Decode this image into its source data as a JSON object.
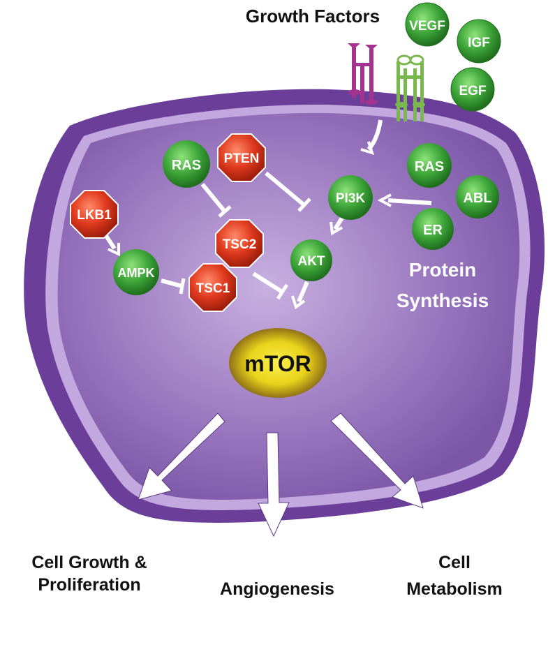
{
  "header": {
    "title": "Growth Factors"
  },
  "growth_factors": [
    "VEGF",
    "IGF",
    "EGF"
  ],
  "nodes": {
    "ras_left": "RAS",
    "pten": "PTEN",
    "lkb1": "LKB1",
    "tsc2": "TSC2",
    "ampk": "AMPK",
    "tsc1": "TSC1",
    "akt": "AKT",
    "pi3k": "PI3K",
    "ras_right": "RAS",
    "abl": "ABL",
    "er": "ER",
    "mtor": "mTOR"
  },
  "protein_synthesis": [
    "Protein",
    "Synthesis"
  ],
  "outputs": {
    "growth": [
      "Cell Growth &",
      "Proliferation"
    ],
    "angiogenesis": "Angiogenesis",
    "metabolism": [
      "Cell",
      "Metabolism"
    ]
  },
  "colors": {
    "activator_green": "#3ea63a",
    "inhibitor_red": "#e03a1e",
    "cell_purple": "#9b79c0",
    "mtor_yellow": "#e9d21a",
    "receptor_magenta": "#a3338f",
    "receptor_green": "#79b84d"
  }
}
